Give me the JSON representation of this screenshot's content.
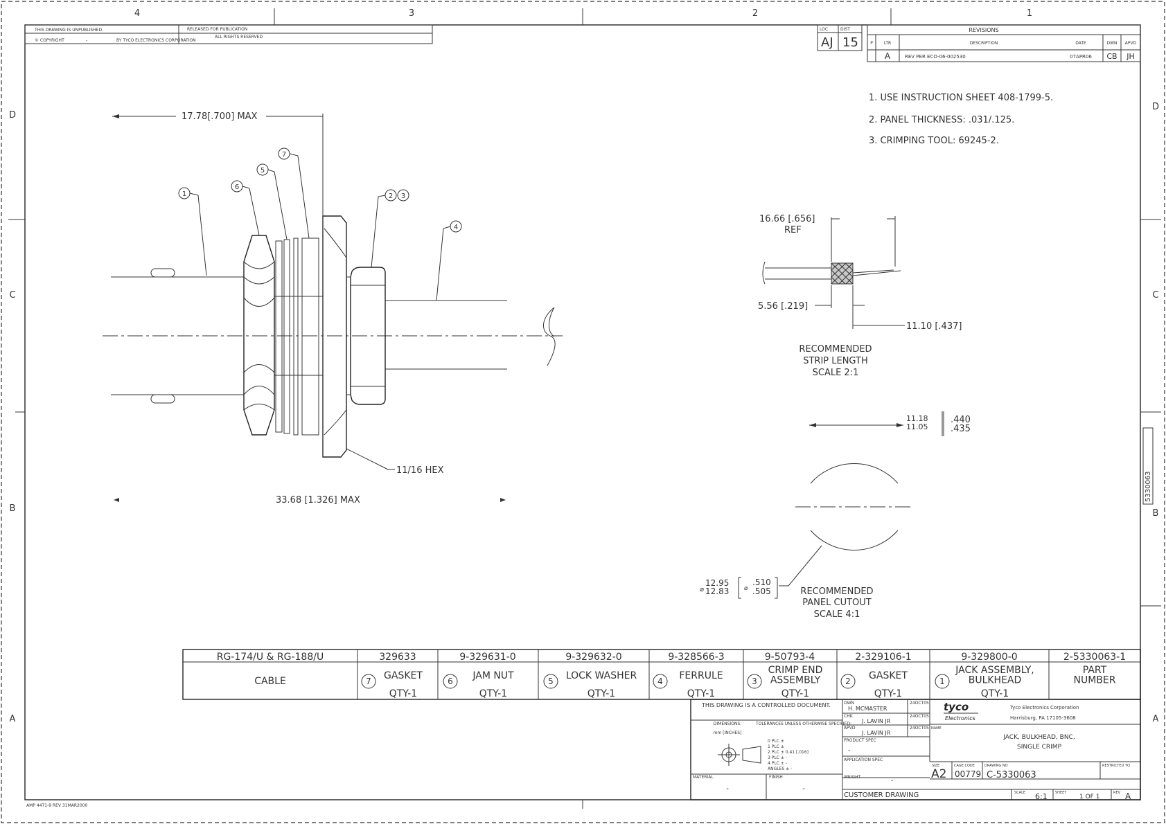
{
  "zones": {
    "columns": [
      "4",
      "3",
      "2",
      "1"
    ],
    "rows": [
      "D",
      "C",
      "B",
      "A"
    ]
  },
  "top_notes": {
    "unpublished": "THIS DRAWING IS UNPUBLISHED.",
    "released": "RELEASED FOR PUBLICATION",
    "copyright": "© COPYRIGHT",
    "copyright_dash": "-",
    "copyright_by": "BY TYCO ELECTRONICS CORPORATION",
    "rights": "ALL RIGHTS RESERVED"
  },
  "revisions": {
    "loc_label": "LOC",
    "loc_value": "AJ",
    "dist_label": "DIST",
    "dist_value": "15",
    "title": "REVISIONS",
    "headers": [
      "P",
      "LTR",
      "DESCRIPTION",
      "DATE",
      "DWN",
      "APVD"
    ],
    "rows": [
      {
        "ltr": "A",
        "description": "REV PER ECO-06-002530",
        "date": "07APR06",
        "dwn": "CB",
        "apvd": "JH"
      }
    ]
  },
  "notes": [
    "1. USE INSTRUCTION SHEET 408-1799-5.",
    "2. PANEL THICKNESS: .031/.125.",
    "3. CRIMPING TOOL: 69245-2."
  ],
  "main_view": {
    "dim_top": "17.78[.700] MAX",
    "dim_bottom": "33.68 [1.326] MAX",
    "hex": "11/16 HEX",
    "balloons": [
      "1",
      "6",
      "5",
      "7",
      "2",
      "3",
      "4"
    ]
  },
  "strip_view": {
    "dim_ref": "16.66 [.656]",
    "ref": "REF",
    "dim_a": "5.56 [.219]",
    "dim_b": "11.10 [.437]",
    "caption": [
      "RECOMMENDED",
      "STRIP LENGTH",
      "SCALE 2:1"
    ]
  },
  "cutout_view": {
    "dim_flat_mm": [
      "11.18",
      "11.05"
    ],
    "dim_flat_in": [
      ".440",
      ".435"
    ],
    "dim_dia_mm": [
      "12.95",
      "12.83"
    ],
    "dim_dia_in": [
      ".510",
      ".505"
    ],
    "dia_symbol": "⌀",
    "caption": [
      "RECOMMENDED",
      "PANEL CUTOUT",
      "SCALE 4:1"
    ]
  },
  "bom": {
    "part_numbers": [
      "RG-174/U & RG-188/U",
      "329633",
      "9-329631-0",
      "9-329632-0",
      "9-328566-3",
      "9-50793-4",
      "2-329106-1",
      "9-329800-0",
      "2-5330063-1"
    ],
    "items": [
      {
        "num": "",
        "desc": "CABLE",
        "qty": ""
      },
      {
        "num": "7",
        "desc": "GASKET",
        "qty": "QTY-1"
      },
      {
        "num": "6",
        "desc": "JAM NUT",
        "qty": "QTY-1"
      },
      {
        "num": "5",
        "desc": "LOCK WASHER",
        "qty": "QTY-1"
      },
      {
        "num": "4",
        "desc": "FERRULE",
        "qty": "QTY-1"
      },
      {
        "num": "3",
        "desc": "CRIMP END\nASSEMBLY",
        "qty": "QTY-1"
      },
      {
        "num": "2",
        "desc": "GASKET",
        "qty": "QTY-1"
      },
      {
        "num": "1",
        "desc": "JACK ASSEMBLY,\nBULKHEAD",
        "qty": "QTY-1"
      },
      {
        "num": "",
        "desc": "PART\nNUMBER",
        "qty": ""
      }
    ]
  },
  "title_block": {
    "controlled": "THIS DRAWING IS A CONTROLLED DOCUMENT.",
    "dimensions_label": "DIMENSIONS:",
    "dimensions_value": "mm [INCHES]",
    "tolerances": "TOLERANCES UNLESS OTHERWISE SPECIFIED:",
    "tol_rows": [
      "0 PLC  ±",
      "1 PLC  ±",
      "2 PLC  ±  0.41 [.016]",
      "3 PLC  ±  -",
      "4 PLC  ±  -",
      "ANGLES  ±  -"
    ],
    "material_label": "MATERIAL",
    "material_value": "-",
    "finish_label": "FINISH",
    "finish_value": "-",
    "dwn_label": "DWN",
    "dwn_name": "H. MCMASTER",
    "dwn_date": "24OCT05",
    "chk_label": "CHK",
    "chk_name": "J. LAVIN JR",
    "chk_date": "24OCT05",
    "apvd_label": "APVD",
    "apvd_name": "J. LAVIN JR",
    "apvd_date": "24OCT05",
    "product_spec": "PRODUCT SPEC",
    "product_spec_value": "-",
    "application_spec": "APPLICATION SPEC",
    "weight_label": "WEIGHT",
    "weight_value": "-",
    "customer_drawing": "CUSTOMER DRAWING",
    "logo_top": "tyco",
    "logo_bottom": "Electronics",
    "company": "Tyco Electronics Corporation",
    "company_addr": "Harrisburg, PA 17105-3608",
    "name_label": "NAME",
    "name_lines": [
      "JACK, BULKHEAD, BNC,",
      "SINGLE CRIMP"
    ],
    "size_label": "SIZE",
    "size_value": "A2",
    "cage_label": "CAGE CODE",
    "cage_value": "00779",
    "dwg_label": "DRAWING NO",
    "dwg_value": "C-5330063",
    "restricted": "RESTRICTED TO",
    "scale_label": "SCALE",
    "scale_value": "6:1",
    "sheet_label": "SHEET",
    "sheet_value": "1 OF 1",
    "rev_label": "REV",
    "rev_value": "A"
  },
  "side_tab": "5330063",
  "form_code": "AMP 4471-9 REV 31MAR2000"
}
